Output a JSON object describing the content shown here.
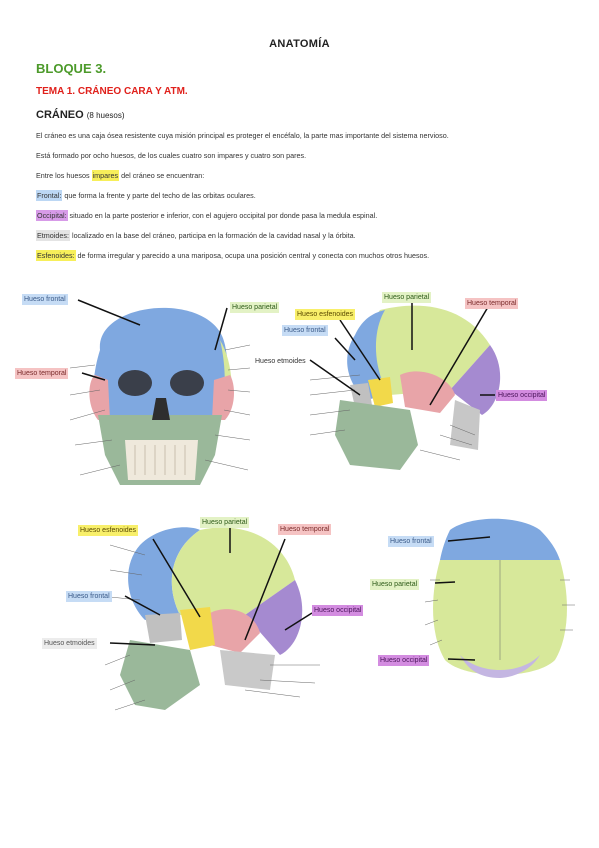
{
  "header": {
    "title": "ANATOMÍA"
  },
  "block": {
    "title": "BLOQUE 3."
  },
  "topic": {
    "title": "TEMA 1. CRÁNEO CARA Y ATM."
  },
  "section": {
    "title": "CRÁNEO",
    "subtitle": "(8 huesos)"
  },
  "paragraphs": {
    "p1": "El cráneo es una caja ósea resistente cuya misión principal es proteger el encéfalo, la parte mas importante del sistema nervioso.",
    "p2": "Está formado por ocho huesos, de los cuales cuatro son impares y cuatro son pares.",
    "p3_pre": "Entre los huesos ",
    "p3_hl": "impares",
    "p3_post": " del cráneo se encuentran:",
    "frontal_term": "Frontal:",
    "frontal_text": " que forma la frente y parte del techo de las orbitas oculares.",
    "occipital_term": "Occipital:",
    "occipital_text": " situado en la parte posterior e inferior, con el agujero occipital por donde pasa la medula espinal.",
    "etmoides_term": "Etmoides:",
    "etmoides_text": " localizado en la base del cráneo, participa en la formación de la cavidad nasal y la órbita.",
    "esfenoides_term": "Esfenoides:",
    "esfenoides_text": " de forma irregular y parecido a una mariposa, ocupa una posición central y conecta con muchos otros huesos."
  },
  "figures": {
    "front": {
      "frontal": "Hueso frontal",
      "parietal": "Hueso parietal",
      "temporal": "Hueso temporal"
    },
    "lateral": {
      "parietal": "Hueso parietal",
      "temporal": "Hueso temporal",
      "esfenoides": "Hueso esfenoides",
      "frontal": "Hueso frontal",
      "etmoides": "Hueso etmoides",
      "occipital": "Hueso occipital"
    },
    "interior": {
      "esfenoides": "Hueso esfenoides",
      "parietal": "Hueso parietal",
      "temporal": "Hueso temporal",
      "frontal": "Hueso frontal",
      "occipital": "Hueso occipital",
      "etmoides": "Hueso etmoides"
    },
    "top": {
      "frontal": "Hueso frontal",
      "parietal": "Hueso parietal",
      "occipital": "Hueso occipital"
    }
  },
  "colors": {
    "frontal": "#7fa8e0",
    "parietal": "#d7e89a",
    "temporal": "#e8a4a8",
    "esfenoides": "#f2d94a",
    "occipital": "#a58ad0",
    "etmoides": "#c0c0c0",
    "face": "#9ab89a"
  }
}
